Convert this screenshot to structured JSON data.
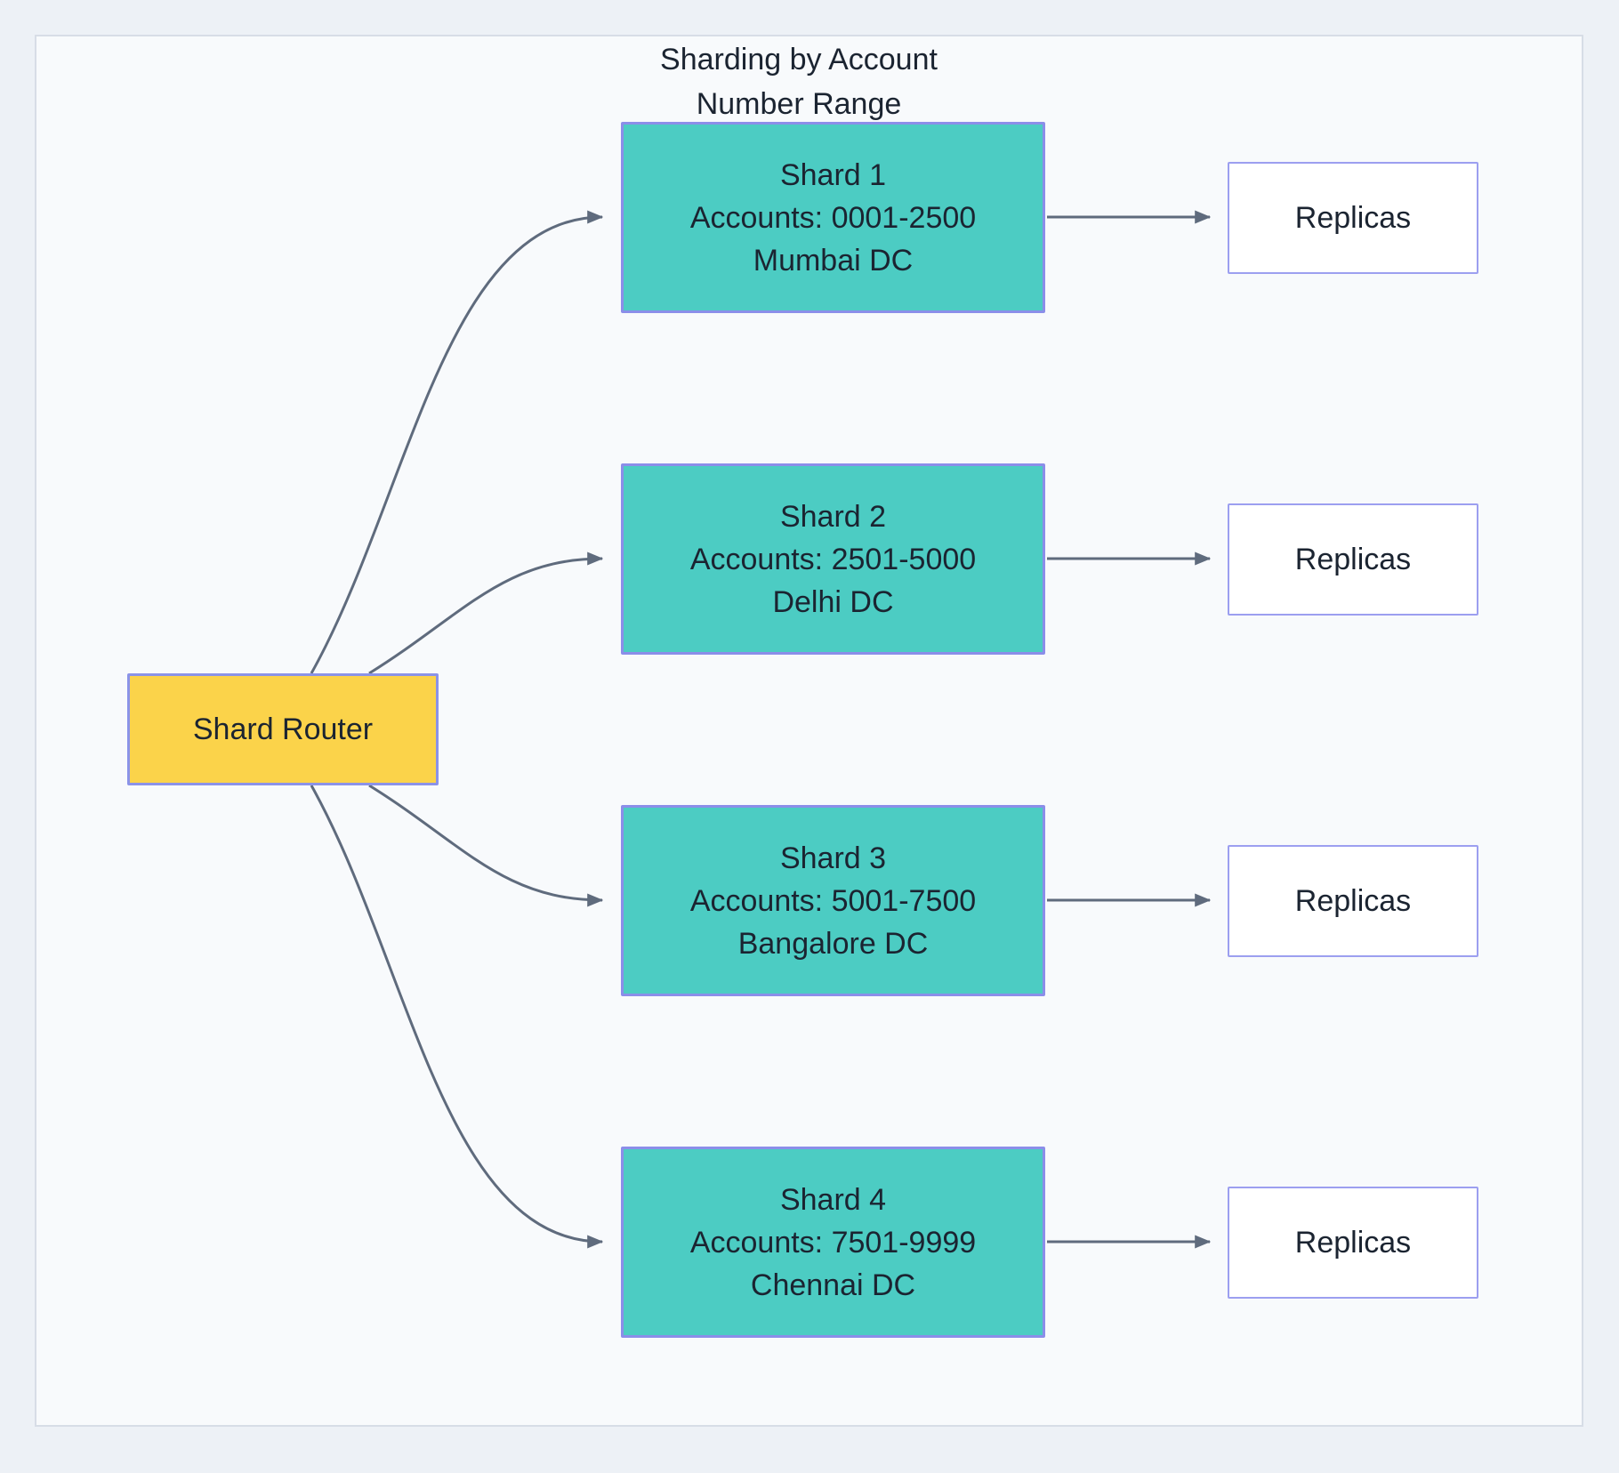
{
  "diagram": {
    "title": {
      "line1": "Sharding by Account",
      "line2": "Number Range"
    },
    "router": {
      "label": "Shard Router"
    },
    "shards": [
      {
        "name": "Shard 1",
        "accounts": "Accounts: 0001-2500",
        "datacenter": "Mumbai DC"
      },
      {
        "name": "Shard 2",
        "accounts": "Accounts: 2501-5000",
        "datacenter": "Delhi DC"
      },
      {
        "name": "Shard 3",
        "accounts": "Accounts: 5001-7500",
        "datacenter": "Bangalore DC"
      },
      {
        "name": "Shard 4",
        "accounts": "Accounts: 7501-9999",
        "datacenter": "Chennai DC"
      }
    ],
    "replicas_label": "Replicas",
    "colors": {
      "page_bg": "#EDF1F6",
      "panel_bg": "#F8FAFC",
      "panel_border": "#D7DDE6",
      "shard_fill": "#4CCCC3",
      "router_fill": "#FBD34A",
      "node_border": "#8B8EE9",
      "replica_fill": "#FFFFFF",
      "replica_border": "#9C9FF0",
      "edge": "#5F6B7D",
      "text": "#1B2431"
    }
  }
}
